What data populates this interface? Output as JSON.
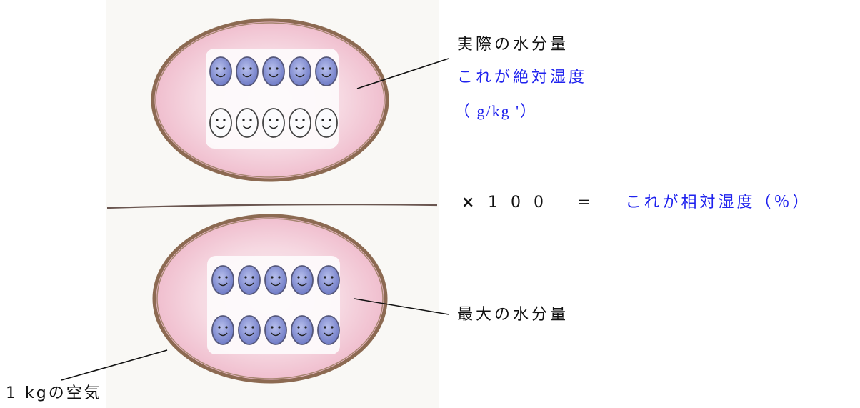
{
  "labels": {
    "actual_water": "実際の水分量",
    "absolute_humidity": "これが絶対湿度",
    "unit_absolute": "（ g/kg '）",
    "times": "×",
    "hundred": "100",
    "equals": "=",
    "relative_humidity": "これが相対湿度（％）",
    "max_water": "最大の水分量",
    "air_1kg": "1 kgの空気"
  },
  "colors": {
    "text": "#111111",
    "accent_blue": "#1f22ee",
    "rim_brown": "#8c6a52",
    "pink_fill": "#f2c4d2",
    "drop_blue": "#7c88cf",
    "drop_outline": "#55577a"
  },
  "diagram": {
    "top_ellipse": {
      "filled_drops": 5,
      "empty_drops": 5
    },
    "bottom_ellipse": {
      "filled_drops": 10,
      "empty_drops": 0
    }
  }
}
